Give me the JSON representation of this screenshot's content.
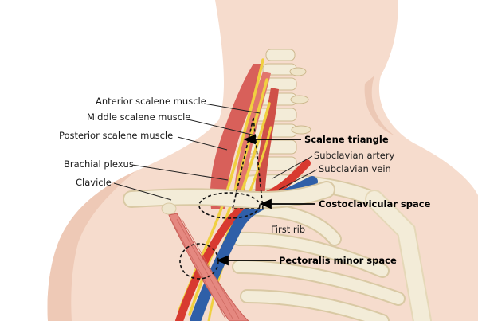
{
  "labels": {
    "anterior_scalene": "Anterior scalene muscle",
    "middle_scalene": "Middle scalene muscle",
    "posterior_scalene": "Posterior scalene muscle",
    "brachial_plexus": "Brachial plexus",
    "clavicle": "Clavicle",
    "scalene_triangle": "Scalene triangle",
    "subclavian_artery": "Subclavian artery",
    "subclavian_vein": "Subclavian vein",
    "costoclavicular_space": "Costoclavicular space",
    "first_rib": "First rib",
    "pectoralis_minor_space": "Pectoralis minor space"
  },
  "colors": {
    "skin": "#f6dccd",
    "skin_shadow": "#e9bea9",
    "bone": "#f3ecd8",
    "bone_shadow": "#d9c9a4",
    "muscle": "#d8605a",
    "muscle_light": "#ec9a90",
    "nerve": "#f0d040",
    "artery": "#d83a30",
    "vein": "#2f5fa8"
  }
}
